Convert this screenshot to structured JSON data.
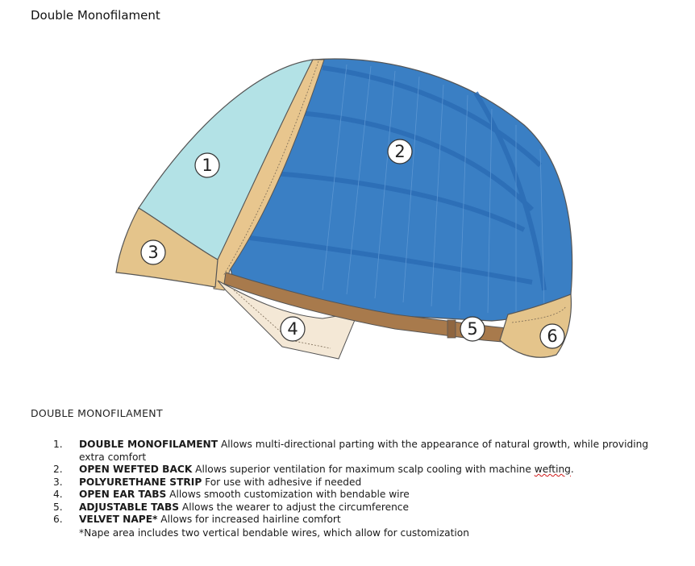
{
  "document": {
    "title": "Double Monofilament",
    "section_heading": "DOUBLE MONOFILAMENT",
    "features": [
      {
        "num": "1.",
        "name": "DOUBLE MONOFILAMENT",
        "desc": " Allows multi-directional parting with the appearance of natural growth, while providing extra comfort"
      },
      {
        "num": "2.",
        "name": "OPEN WEFTED BACK",
        "desc": " Allows superior ventilation for maximum scalp cooling with machine ",
        "desc_flag": "wefting",
        "desc_end": "."
      },
      {
        "num": "3.",
        "name": "POLYURETHANE STRIP",
        "desc": " For use with adhesive if needed"
      },
      {
        "num": "4.",
        "name": "OPEN EAR TABS",
        "desc": " Allows smooth customization with bendable wire"
      },
      {
        "num": "5.",
        "name": "ADJUSTABLE TABS",
        "desc": " Allows the wearer to adjust the circumference"
      },
      {
        "num": "6.",
        "name": "VELVET NAPE*",
        "desc": " Allows for increased hairline comfort"
      }
    ],
    "footnote": "*Nape area includes two vertical bendable wires, which allow for customization"
  },
  "illustration": {
    "callouts": [
      "1",
      "2",
      "3",
      "4",
      "5",
      "6"
    ],
    "colors": {
      "monofilament": "#b3e2e6",
      "wefted_back": "#3a7fc4",
      "wefted_lines": "#2a6cb5",
      "polyurethane": "#e8c68e",
      "ear_tab": "#f4e8d6",
      "adjustable_tab": "#a87a4c",
      "velvet_nape": "#e4c48b"
    }
  }
}
